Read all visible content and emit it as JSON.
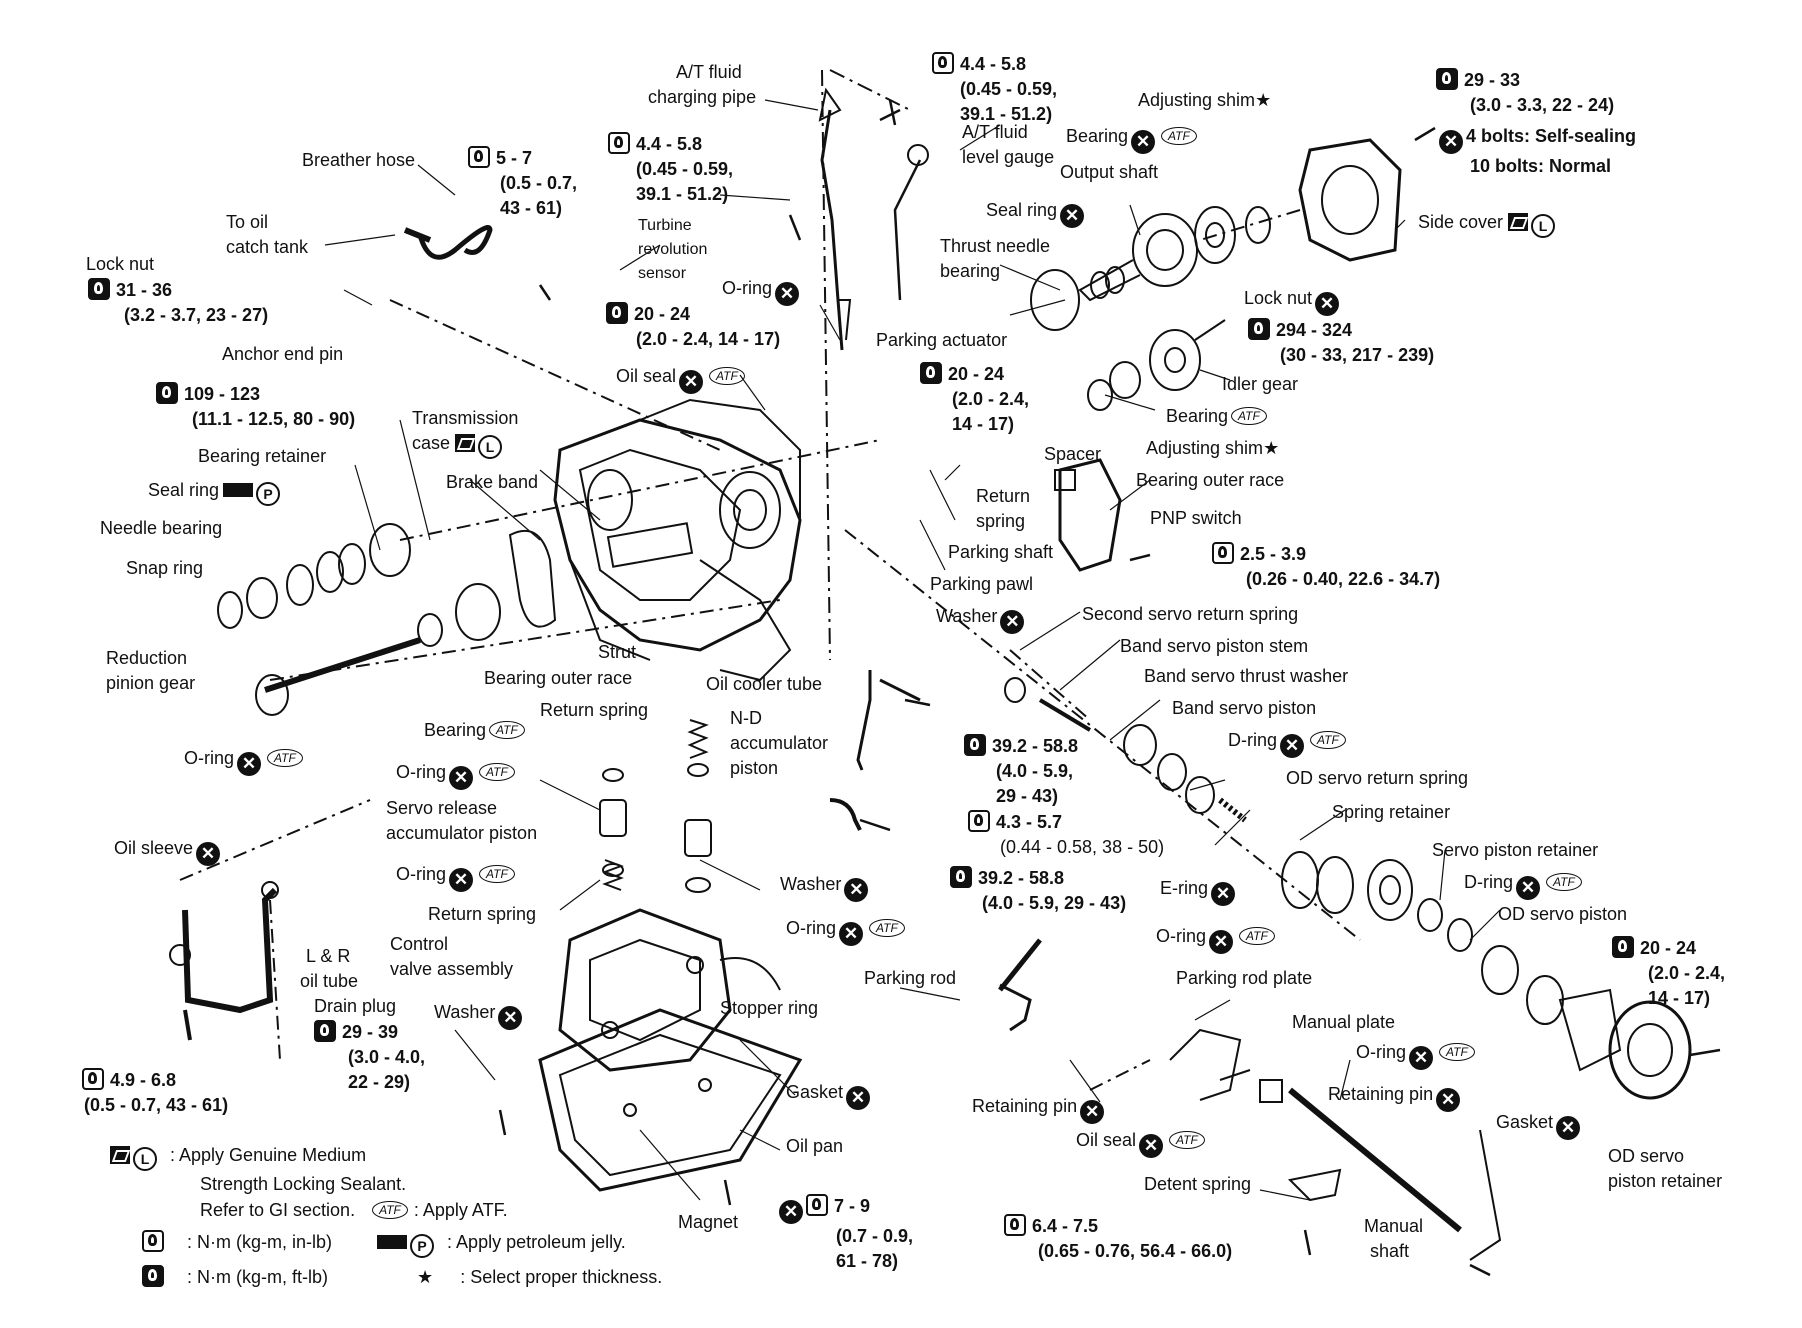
{
  "symbols": {
    "replace": "✕",
    "atf": "ATF",
    "locking": "L",
    "petroleum": "P",
    "star": "★"
  },
  "torques": {
    "t01": [
      "4.4 - 5.8",
      "(0.45 - 0.59,",
      "39.1 - 51.2)"
    ],
    "t02": [
      "4.4 - 5.8",
      "(0.45 - 0.59,",
      "39.1 - 51.2)"
    ],
    "t03": [
      "5 - 7",
      "(0.5 - 0.7,",
      "43 - 61)"
    ],
    "t04": [
      "31 - 36",
      "(3.2 - 3.7, 23 - 27)"
    ],
    "t05": [
      "20 - 24",
      "(2.0 - 2.4, 14 - 17)"
    ],
    "t06": [
      "109 - 123",
      "(11.1 - 12.5, 80 - 90)"
    ],
    "t07": [
      "29 - 33",
      "(3.0 - 3.3, 22 - 24)"
    ],
    "t08": [
      "294 - 324",
      "(30 - 33, 217 - 239)"
    ],
    "t09": [
      "20 - 24",
      "(2.0 - 2.4,",
      "14 - 17)"
    ],
    "t10": [
      "2.5 - 3.9",
      "(0.26 - 0.40, 22.6 - 34.7)"
    ],
    "t11": [
      "39.2 - 58.8",
      "(4.0 - 5.9,",
      "29 - 43)"
    ],
    "t12": [
      "4.3 - 5.7",
      "(0.44 - 0.58, 38 - 50)"
    ],
    "t13": [
      "39.2 - 58.8",
      "(4.0 - 5.9, 29 - 43)"
    ],
    "t14": [
      "20 - 24",
      "(2.0 - 2.4,",
      "14 - 17)"
    ],
    "t15": [
      "4.9 - 6.8",
      "(0.5 - 0.7, 43 - 61)"
    ],
    "t16": [
      "29 - 39",
      "(3.0 - 4.0,",
      "22 - 29)"
    ],
    "t17": [
      "7 - 9",
      "(0.7 - 0.9,",
      "61 - 78)"
    ],
    "t18": [
      "6.4 - 7.5",
      "(0.65 - 0.76, 56.4 - 66.0)"
    ]
  },
  "bolts_note": [
    "4 bolts: Self-sealing",
    "10 bolts: Normal"
  ],
  "labels": {
    "at_fluid_charging_pipe": [
      "A/T fluid",
      "charging pipe"
    ],
    "at_fluid_level_gauge": [
      "A/T fluid",
      "level gauge"
    ],
    "breather_hose": "Breather hose",
    "to_oil_catch_tank": [
      "To oil",
      "catch tank"
    ],
    "lock_nut_left": "Lock nut",
    "anchor_end_pin": "Anchor end pin",
    "turbine_sensor": [
      "Turbine",
      "revolution",
      "sensor"
    ],
    "o_ring_1": "O-ring",
    "oil_seal_1": "Oil seal",
    "transmission_case": [
      "Transmission",
      "case"
    ],
    "bearing_retainer": "Bearing retainer",
    "seal_ring_left": "Seal ring",
    "brake_band": "Brake band",
    "needle_bearing": "Needle bearing",
    "snap_ring": "Snap ring",
    "reduction_pinion_gear": [
      "Reduction",
      "pinion gear"
    ],
    "strut": "Strut",
    "bearing_outer_race_left": "Bearing outer race",
    "bearing_left": "Bearing",
    "o_ring_left": "O-ring",
    "adjusting_shim_top": "Adjusting shim",
    "bearing_top": "Bearing",
    "output_shaft": "Output shaft",
    "seal_ring_top": "Seal ring",
    "thrust_needle_bearing": [
      "Thrust needle",
      "bearing"
    ],
    "side_cover": "Side cover",
    "lock_nut_right": "Lock nut",
    "parking_actuator": "Parking actuator",
    "idler_gear": "Idler gear",
    "bearing_mid": "Bearing",
    "adjusting_shim_mid": "Adjusting shim",
    "spacer": "Spacer",
    "bearing_outer_race_right": "Bearing outer race",
    "return_spring_top": [
      "Return",
      "spring"
    ],
    "pnp_switch": "PNP switch",
    "parking_shaft": "Parking shaft",
    "parking_pawl": "Parking pawl",
    "washer_mid": "Washer",
    "second_servo_return_spring": "Second servo return spring",
    "band_servo_piston_stem": "Band servo piston stem",
    "band_servo_thrust_washer": "Band servo thrust washer",
    "band_servo_piston": "Band servo piston",
    "d_ring_1": "D-ring",
    "od_servo_return_spring": "OD servo return spring",
    "spring_retainer": "Spring retainer",
    "servo_piston_retainer": "Servo piston retainer",
    "d_ring_2": "D-ring",
    "od_servo_piston": "OD servo piston",
    "e_ring": "E-ring",
    "o_ring_right": "O-ring",
    "oil_cooler_tube": "Oil cooler tube",
    "return_spring_mid": "Return spring",
    "nd_accumulator_piston": [
      "N-D",
      "accumulator",
      "piston"
    ],
    "o_ring_mid1": "O-ring",
    "servo_release_accumulator_piston": [
      "Servo release",
      "accumulator piston"
    ],
    "o_ring_mid2": "O-ring",
    "return_spring_low": "Return spring",
    "washer_low": "Washer",
    "o_ring_low": "O-ring",
    "oil_sleeve": "Oil sleeve",
    "lr_oil_tube": [
      "L & R",
      "oil tube"
    ],
    "control_valve_assembly": [
      "Control",
      "valve assembly"
    ],
    "stopper_ring": "Stopper ring",
    "drain_plug": "Drain plug",
    "washer_drain": "Washer",
    "gasket_pan": "Gasket",
    "oil_pan": "Oil pan",
    "magnet": "Magnet",
    "parking_rod": "Parking rod",
    "parking_rod_plate": "Parking rod plate",
    "manual_plate": "Manual plate",
    "retaining_pin_1": "Retaining pin",
    "retaining_pin_2": "Retaining pin",
    "oil_seal_2": "Oil seal",
    "o_ring_od": "O-ring",
    "gasket_od": "Gasket",
    "od_servo_piston_retainer": [
      "OD servo",
      "piston retainer"
    ],
    "detent_spring": "Detent spring",
    "manual_shaft": [
      "Manual",
      "shaft"
    ]
  },
  "legend": {
    "locking": [
      "Apply Genuine Medium",
      "Strength Locking Sealant.",
      "Refer to GI section."
    ],
    "atf": ": Apply ATF.",
    "nm_in": ": N·m (kg-m, in-lb)",
    "nm_ft": ": N·m (kg-m, ft-lb)",
    "jelly": ": Apply petroleum jelly.",
    "star": ": Select proper thickness."
  }
}
